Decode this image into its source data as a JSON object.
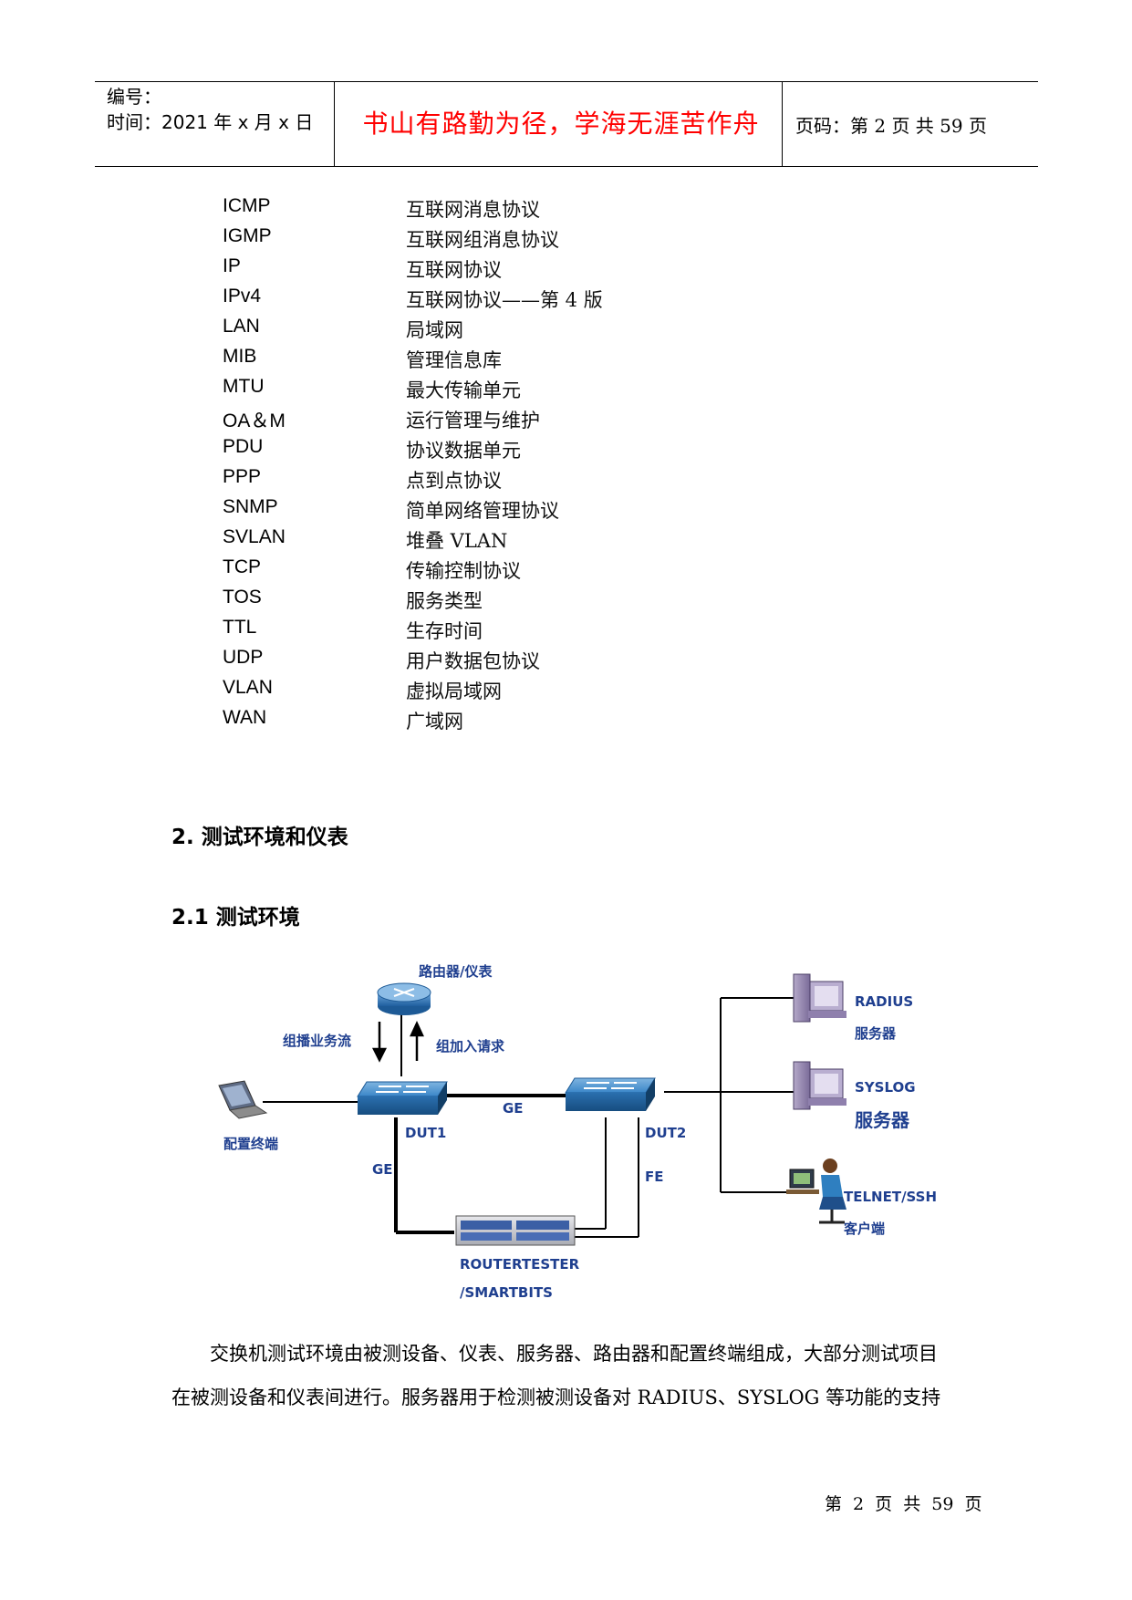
{
  "header": {
    "number_label": "编号：",
    "time_label": "时间：2021 年 x 月 x 日",
    "motto": "书山有路勤为径，学海无涯苦作舟",
    "page_label": "页码：第 2 页  共 59 页"
  },
  "abbreviations": [
    {
      "term": "ICMP",
      "definition": "互联网消息协议"
    },
    {
      "term": "IGMP",
      "definition": "互联网组消息协议"
    },
    {
      "term": "IP",
      "definition": "互联网协议"
    },
    {
      "term": "IPv4",
      "definition": "互联网协议——第 4 版"
    },
    {
      "term": "LAN",
      "definition": "局域网"
    },
    {
      "term": "MIB",
      "definition": "管理信息库"
    },
    {
      "term": "MTU",
      "definition": "最大传输单元"
    },
    {
      "term": "OA＆M",
      "definition": "运行管理与维护"
    },
    {
      "term": "PDU",
      "definition": "协议数据单元"
    },
    {
      "term": "PPP",
      "definition": "点到点协议"
    },
    {
      "term": "SNMP",
      "definition": "简单网络管理协议"
    },
    {
      "term": "SVLAN",
      "definition": "堆叠 VLAN"
    },
    {
      "term": "TCP",
      "definition": "传输控制协议"
    },
    {
      "term": "TOS",
      "definition": "服务类型"
    },
    {
      "term": "TTL",
      "definition": "生存时间"
    },
    {
      "term": "UDP",
      "definition": "用户数据包协议"
    },
    {
      "term": "VLAN",
      "definition": "虚拟局域网"
    },
    {
      "term": "WAN",
      "definition": "广域网"
    }
  ],
  "section": {
    "title": "2.  测试环境和仪表",
    "subsection_title": "2.1  测试环境"
  },
  "diagram": {
    "router_label": "路由器/仪表",
    "multicast_stream_label": "组播业务流",
    "join_request_label": "组加入请求",
    "config_terminal_label": "配置终端",
    "dut1_label": "DUT1",
    "dut2_label": "DUT2",
    "link_ge_top": "GE",
    "link_ge_left": "GE",
    "link_fe": "FE",
    "tester_label_1": "ROUTERTESTER",
    "tester_label_2": "/SMARTBITS",
    "radius_label_1": "RADIUS",
    "radius_label_2": "服务器",
    "syslog_label_1": "SYSLOG",
    "syslog_label_2": "服务器",
    "telnet_label_1": "TELNET/SSH",
    "telnet_label_2": "客户端",
    "colors": {
      "label": "#1f3f8f",
      "device_blue": "#2f7fc0",
      "server_purple": "#8a7aa8"
    }
  },
  "paragraph": {
    "line1": "交换机测试环境由被测设备、仪表、服务器、路由器和配置终端组成，大部分测试项目",
    "line2": "在被测设备和仪表间进行。服务器用于检测被测设备对 RADIUS、SYSLOG 等功能的支持"
  },
  "footer": {
    "page_text": "第 2 页 共 59 页"
  }
}
